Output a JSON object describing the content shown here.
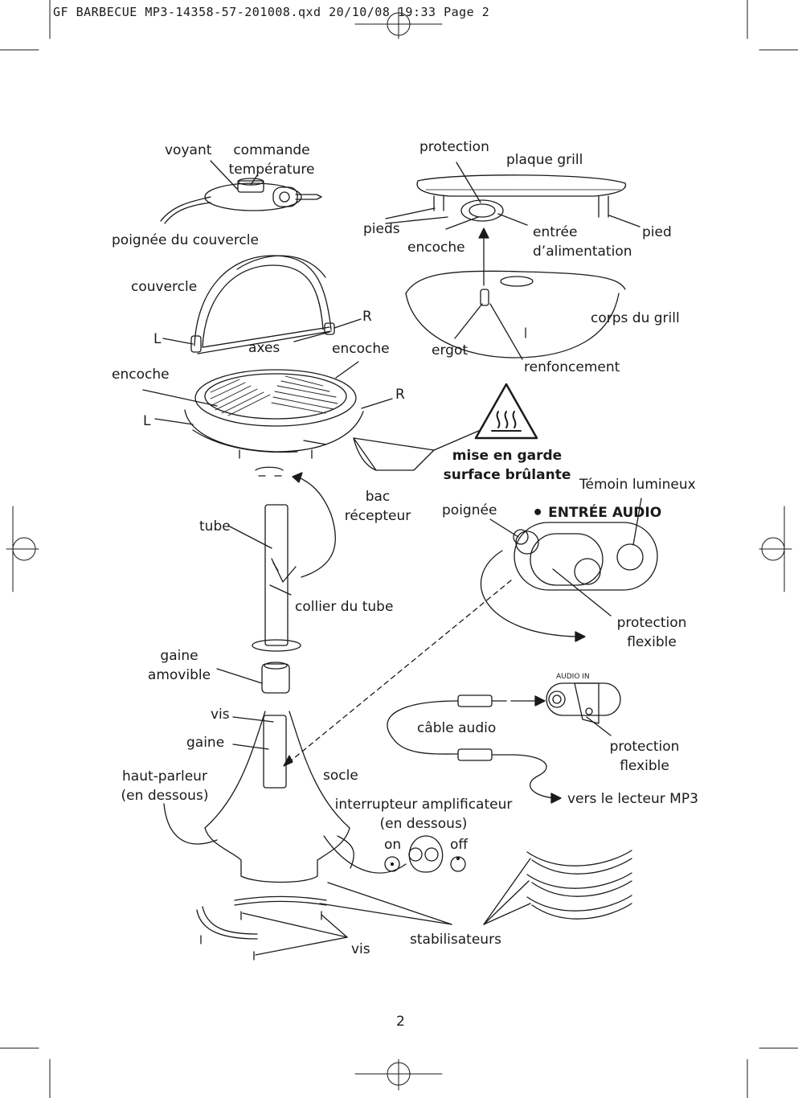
{
  "header": "GF BARBECUE MP3-14358-57-201008.qxd  20/10/08  19:33  Page 2",
  "page_number": "2",
  "labels": {
    "voyant": "voyant",
    "commande_line1": "commande",
    "commande_line2": "température",
    "poignee_couvercle": "poignée du couvercle",
    "couvercle": "couvercle",
    "L_lid": "L",
    "axes": "axes",
    "R_lid": "R",
    "encoche_lid": "encoche",
    "encoche_left": "encoche",
    "L_body": "L",
    "R_body": "R",
    "protection_top": "protection",
    "plaque_grill": "plaque grill",
    "pieds": "pieds",
    "encoche_top": "encoche",
    "entree_line1": "entrée",
    "entree_line2": "d’alimentation",
    "pied": "pied",
    "corps_grill": "corps du grill",
    "ergot": "ergot",
    "renfoncement": "renfoncement",
    "warning_line1": "mise en garde",
    "warning_line2": "surface brûlante",
    "bac_line1": "bac",
    "bac_line2": "récepteur",
    "tube": "tube",
    "collier": "collier du tube",
    "temoin": "Témoin lumineux",
    "poignee": "poignée",
    "entree_audio": "ENTRÉE AUDIO",
    "protection_flex1_line1": "protection",
    "protection_flex1_line2": "flexible",
    "gaine_amovible_line1": "gaine",
    "gaine_amovible_line2": "amovible",
    "vis_upper": "vis",
    "gaine": "gaine",
    "haut_parleur_line1": "haut-parleur",
    "haut_parleur_line2": "(en dessous)",
    "socle": "socle",
    "audio_in": "AUDIO IN",
    "cable_audio": "câble audio",
    "protection_flex2_line1": "protection",
    "protection_flex2_line2": "flexible",
    "vers_lecteur": "vers le lecteur MP3",
    "interrupteur_line1": "interrupteur amplificateur",
    "interrupteur_line2": "(en dessous)",
    "on": "on",
    "off": "off",
    "stabilisateurs": "stabilisateurs",
    "vis_lower": "vis"
  }
}
